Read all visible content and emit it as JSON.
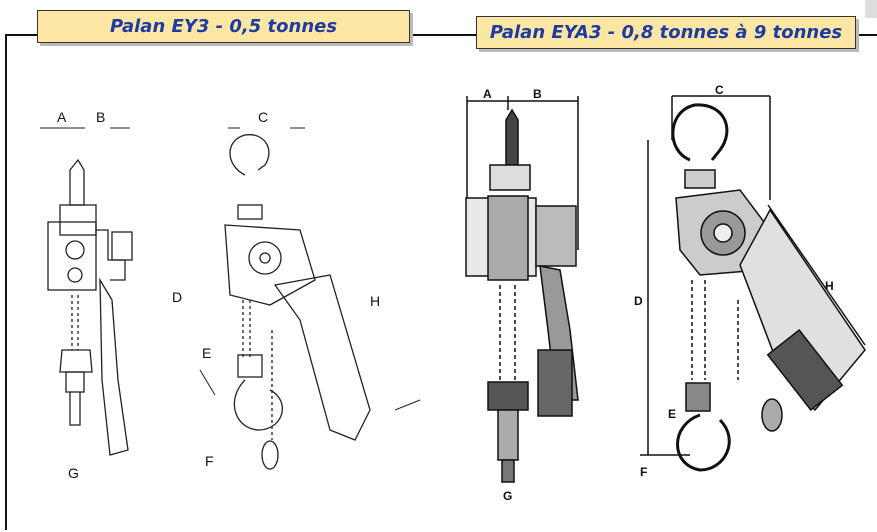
{
  "left_panel": {
    "title": "Palan EY3 - 0,5 tonnes",
    "dimension_labels": {
      "a": "A",
      "b": "B",
      "c": "C",
      "d": "D",
      "e": "E",
      "f": "F",
      "g": "G",
      "h": "H"
    }
  },
  "right_panel": {
    "title": "Palan EYA3 - 0,8 tonnes à 9 tonnes",
    "dimension_labels": {
      "a": "A",
      "b": "B",
      "c": "C",
      "d": "D",
      "e": "E",
      "f": "F",
      "g": "G",
      "h": "H"
    }
  },
  "colors": {
    "title_bg": "#fbe7a3",
    "title_text": "#1f3aa0",
    "line": "#111111"
  }
}
